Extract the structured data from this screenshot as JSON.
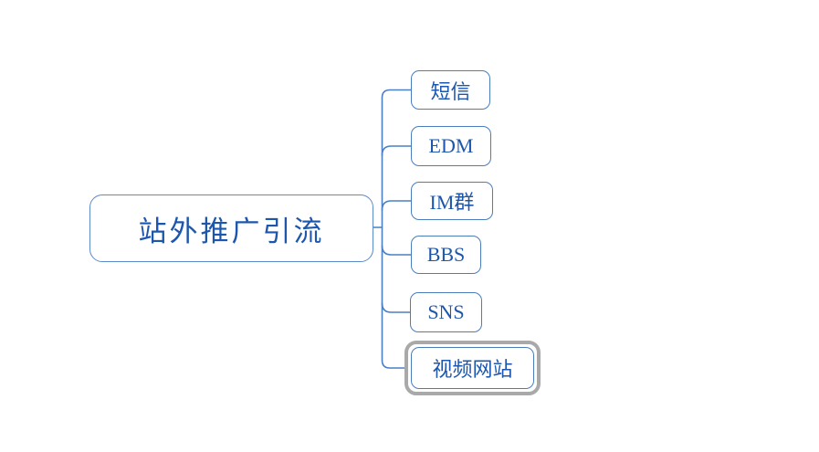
{
  "mindmap": {
    "root": {
      "label": "站外推广引流",
      "selected": false
    },
    "children": [
      {
        "label": "短信",
        "selected": false
      },
      {
        "label": "EDM",
        "selected": false
      },
      {
        "label": "IM群",
        "selected": false
      },
      {
        "label": "BBS",
        "selected": false
      },
      {
        "label": "SNS",
        "selected": false
      },
      {
        "label": "视频网站",
        "selected": true
      }
    ],
    "colors": {
      "background": "#ffffff",
      "node_border": "#4a7ebb",
      "root_border": "#5b8bc9",
      "node_text": "#1c57ad",
      "connector_line": "#4a80c4",
      "selection_ring": "#a9a9a9"
    }
  }
}
